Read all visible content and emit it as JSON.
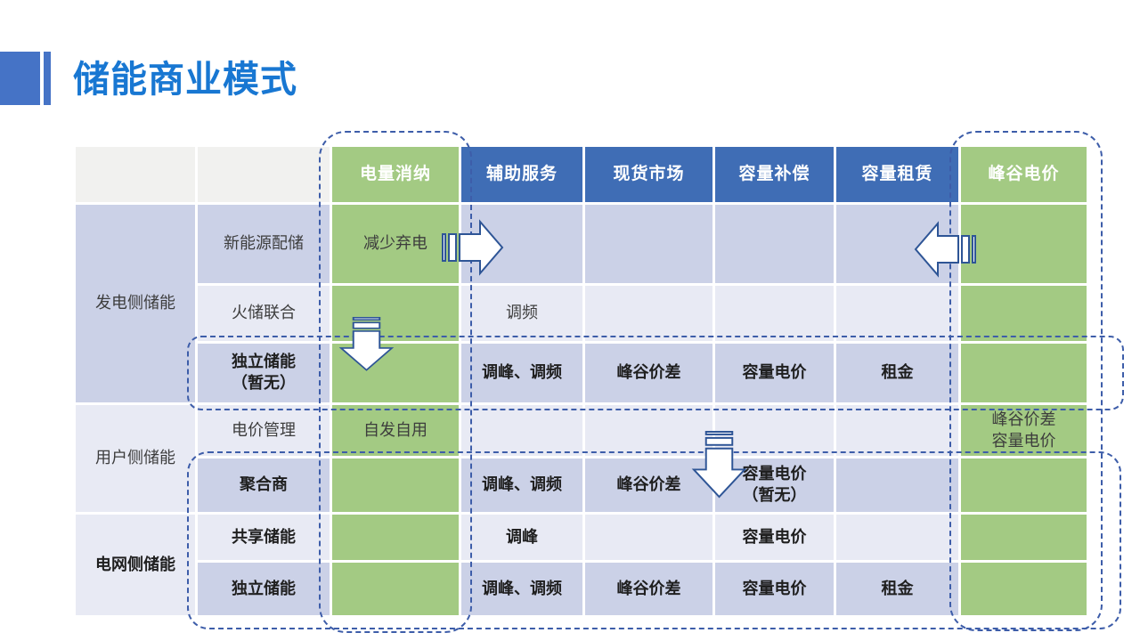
{
  "title": "储能商业模式",
  "table": {
    "headers": [
      {
        "label": "",
        "type": "gray"
      },
      {
        "label": "",
        "type": "gray"
      },
      {
        "label": "电量消纳",
        "type": "green"
      },
      {
        "label": "辅助服务",
        "type": "blue"
      },
      {
        "label": "现货市场",
        "type": "blue"
      },
      {
        "label": "容量补偿",
        "type": "blue"
      },
      {
        "label": "容量租赁",
        "type": "blue"
      },
      {
        "label": "峰谷电价",
        "type": "green"
      }
    ],
    "groups": [
      {
        "label": "发电侧储能",
        "bold": false,
        "span": 3,
        "shade": "dark"
      },
      {
        "label": "用户侧储能",
        "bold": false,
        "span": 2,
        "shade": "light"
      },
      {
        "label": "电网侧储能",
        "bold": true,
        "span": 2,
        "shade": "light"
      }
    ],
    "rows": [
      {
        "label": "新能源配储",
        "bold": false,
        "shade": "dark",
        "cells": [
          "减少弃电",
          "",
          "",
          "",
          "",
          ""
        ]
      },
      {
        "label": "火储联合",
        "bold": false,
        "shade": "light",
        "cells": [
          "",
          "调频",
          "",
          "",
          "",
          ""
        ]
      },
      {
        "label": "独立储能\n（暂无）",
        "bold": true,
        "shade": "dark",
        "cells": [
          "",
          "调峰、调频",
          "峰谷价差",
          "容量电价",
          "租金",
          ""
        ]
      },
      {
        "label": "电价管理",
        "bold": false,
        "shade": "light",
        "cells": [
          "自发自用",
          "",
          "",
          "",
          "",
          "峰谷价差\n容量电价"
        ]
      },
      {
        "label": "聚合商",
        "bold": true,
        "shade": "dark",
        "cells": [
          "",
          "调峰、调频",
          "峰谷价差",
          "容量电价\n（暂无）",
          "",
          ""
        ]
      },
      {
        "label": "共享储能",
        "bold": true,
        "shade": "light",
        "cells": [
          "",
          "调峰",
          "",
          "容量电价",
          "",
          ""
        ]
      },
      {
        "label": "独立储能",
        "bold": true,
        "shade": "dark",
        "cells": [
          "",
          "调峰、调频",
          "峰谷价差",
          "容量电价",
          "租金",
          ""
        ]
      }
    ]
  },
  "annotations": {
    "arrows": [
      "right",
      "left",
      "down",
      "down"
    ],
    "dashed_box_count": 4
  },
  "colors": {
    "header_blue": "#3F6DB5",
    "highlight_green": "#A3CA83",
    "band_dark": "#CBD1E7",
    "band_light": "#E8EAF4",
    "title_blue": "#1877D2",
    "accent_blue": "#4573C6",
    "dashed_blue": "#3D5DA9",
    "arrow_outline": "#2E5596"
  }
}
